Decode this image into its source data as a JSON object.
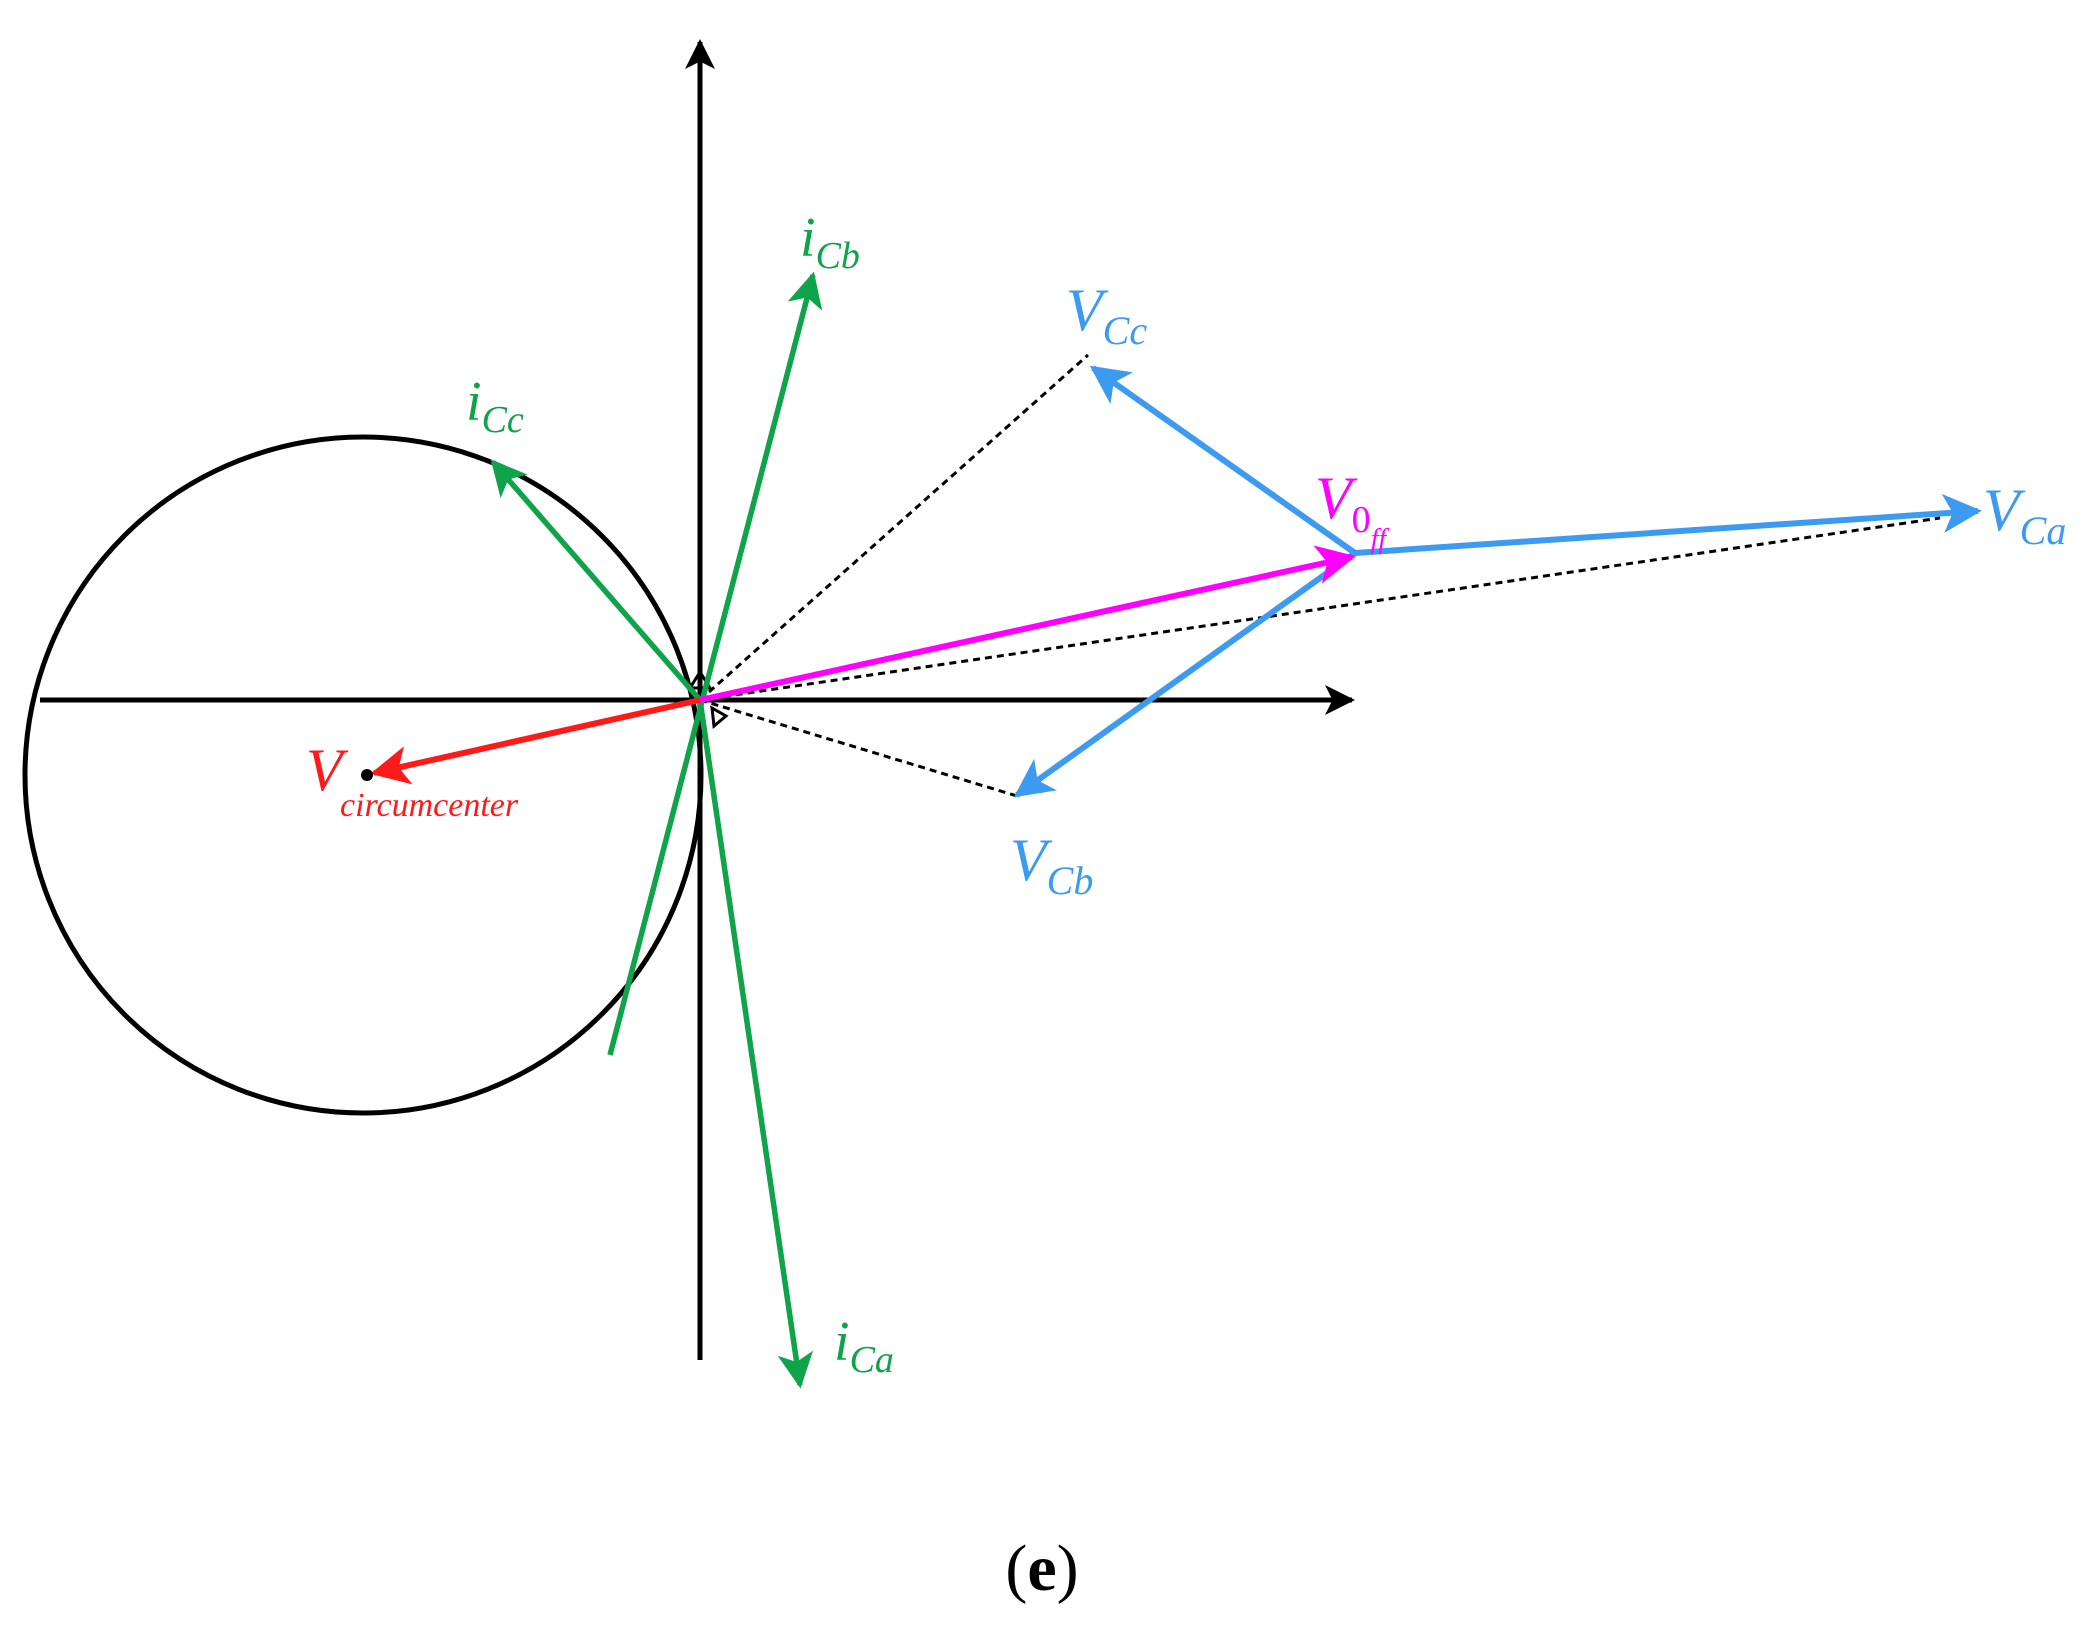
{
  "colors": {
    "axis": "#000000",
    "current": "#0fa34a",
    "voltage": "#3c9bf0",
    "offset": "#ff00ff",
    "circumcenter": "#ff1a1a",
    "dashed": "#000000"
  },
  "labels": {
    "i_cb": {
      "main": "i",
      "sub": "Cb"
    },
    "i_cc": {
      "main": "i",
      "sub": "Cc"
    },
    "i_ca": {
      "main": "i",
      "sub": "Ca"
    },
    "v_cc": {
      "main": "V",
      "sub": "Cc"
    },
    "v_ca": {
      "main": "V",
      "sub": "Ca"
    },
    "v_cb": {
      "main": "V",
      "sub": "Cb"
    },
    "v_0ff": {
      "main": "V",
      "sub": "0",
      "subsub": "ff"
    },
    "v_circ": {
      "main": "V",
      "sub": "circumcenter"
    }
  },
  "caption": {
    "open": "(",
    "letter": "e",
    "close": ")"
  }
}
